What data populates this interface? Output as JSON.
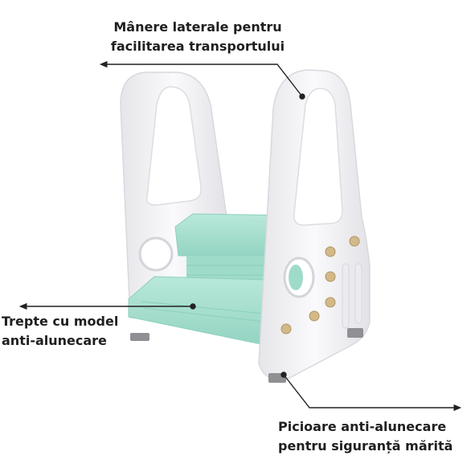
{
  "callouts": {
    "handles": {
      "line1": "Mânere laterale pentru",
      "line2": "facilitarea transportului"
    },
    "steps": {
      "line1": "Trepte cu model",
      "line2": "anti-alunecare"
    },
    "feet": {
      "line1": "Picioare anti-alunecare",
      "line2": "pentru siguranță mărită"
    }
  },
  "colors": {
    "frame": "#f4f4f6",
    "step": "#a9e0d0",
    "bolt": "#d2b98a",
    "text": "#1f1f1f"
  }
}
